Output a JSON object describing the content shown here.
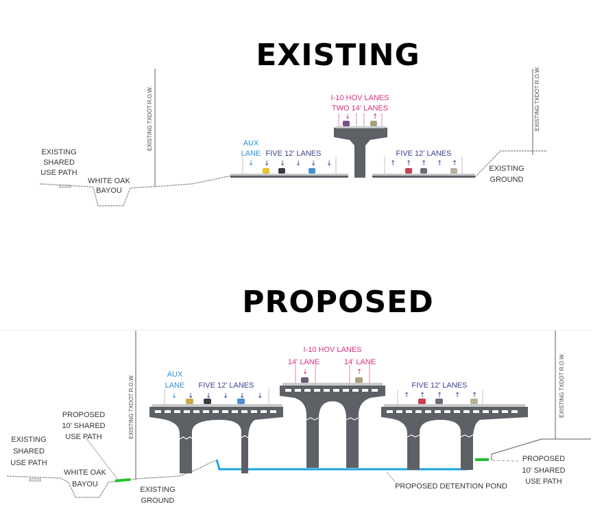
{
  "existing": {
    "title": "EXISTING",
    "row_left": "EXISTING TXDOT R.O.W.",
    "row_right": "EXISTING TXDOT R.O.W.",
    "shared_path": [
      "EXISTING",
      "SHARED",
      "USE PATH"
    ],
    "bayou": [
      "WHITE OAK",
      "BAYOU"
    ],
    "aux": [
      "AUX",
      "LANE"
    ],
    "left_lanes": "FIVE 12' LANES",
    "hov_title": "I-10 HOV LANES",
    "hov_sub": "TWO 14' LANES",
    "right_lanes": "FIVE 12' LANES",
    "ground": [
      "EXISTING",
      "GROUND"
    ]
  },
  "proposed": {
    "title": "PROPOSED",
    "row_left": "EXISTING TXDOT R.O.W.",
    "row_right": "EXISTING TXDOT R.O.W.",
    "shared_path": [
      "EXISTING",
      "SHARED",
      "USE PATH"
    ],
    "new_path_left": [
      "PROPOSED",
      "10' SHARED",
      "USE PATH"
    ],
    "bayou": [
      "WHITE OAK",
      "BAYOU"
    ],
    "ground": [
      "EXISTING",
      "GROUND"
    ],
    "aux": [
      "AUX",
      "LANE"
    ],
    "left_lanes": "FIVE 12' LANES",
    "hov_title": "I-10 HOV LANES",
    "hov_lane_1": "14' LANE",
    "hov_lane_2": "14' LANE",
    "right_lanes": "FIVE 12' LANES",
    "pond": "PROPOSED DETENTION POND",
    "new_path_right": [
      "PROPOSED",
      "10' SHARED",
      "USE PATH"
    ]
  },
  "colors": {
    "blue": "#2b8fd6",
    "navy": "#3a3f8f",
    "pink": "#d6307a",
    "pond": "#1aa3e6",
    "path": "#22c22a",
    "concrete": "#5d6166"
  }
}
